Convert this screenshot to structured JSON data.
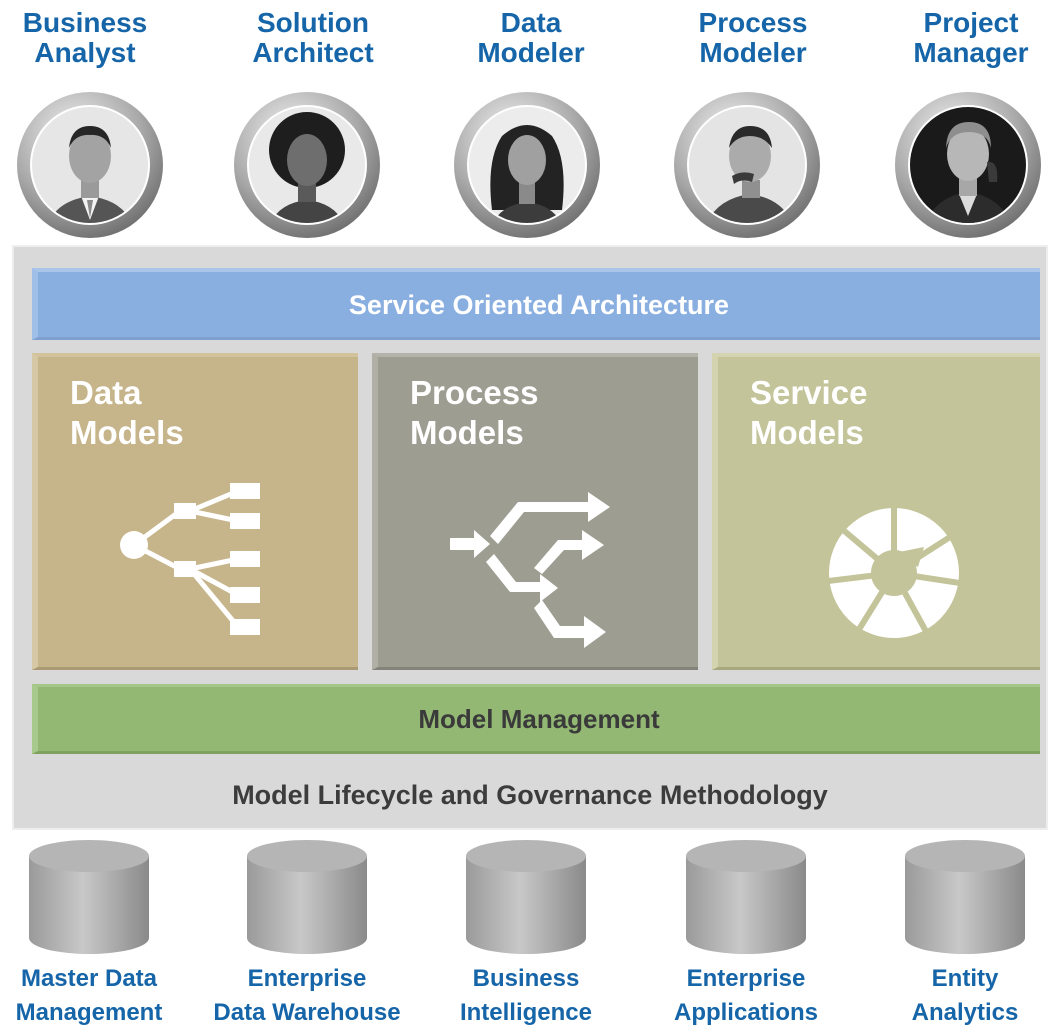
{
  "roles": [
    {
      "line1": "Business",
      "line2": "Analyst",
      "avatar": "business-analyst-photo"
    },
    {
      "line1": "Solution",
      "line2": "Architect",
      "avatar": "solution-architect-photo"
    },
    {
      "line1": "Data",
      "line2": "Modeler",
      "avatar": "data-modeler-photo"
    },
    {
      "line1": "Process",
      "line2": "Modeler",
      "avatar": "process-modeler-photo"
    },
    {
      "line1": "Project",
      "line2": "Manager",
      "avatar": "project-manager-photo"
    }
  ],
  "soa": {
    "label": "Service Oriented Architecture"
  },
  "models": [
    {
      "line1": "Data",
      "line2": "Models",
      "icon": "tree-diagram-icon",
      "color": "#c6b48a"
    },
    {
      "line1": "Process",
      "line2": "Models",
      "icon": "branching-arrows-icon",
      "color": "#9d9d92"
    },
    {
      "line1": "Service",
      "line2": "Models",
      "icon": "segmented-ring-icon",
      "color": "#c4c49a"
    }
  ],
  "model_management": {
    "label": "Model Management"
  },
  "lifecycle": {
    "label": "Model Lifecycle and Governance Methodology"
  },
  "sources": [
    {
      "line1": "Master Data",
      "line2": "Management",
      "icon": "database-icon"
    },
    {
      "line1": "Enterprise",
      "line2": "Data Warehouse",
      "icon": "database-icon"
    },
    {
      "line1": "Business",
      "line2": "Intelligence",
      "icon": "database-icon"
    },
    {
      "line1": "Enterprise",
      "line2": "Applications",
      "icon": "database-icon"
    },
    {
      "line1": "Entity",
      "line2": "Analytics",
      "icon": "database-icon"
    }
  ],
  "colors": {
    "role_text": "#1565a8",
    "soa_bar": "#89aee0",
    "mm_bar": "#93b874",
    "panel": "#d9d9d9"
  }
}
